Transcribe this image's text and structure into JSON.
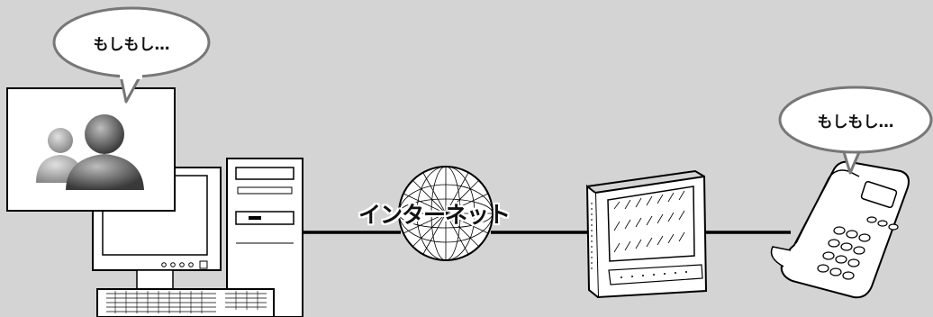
{
  "bubbles": {
    "left_text": "もしもし…",
    "right_text": "もしもし…"
  },
  "network": {
    "label": "インターネット"
  }
}
